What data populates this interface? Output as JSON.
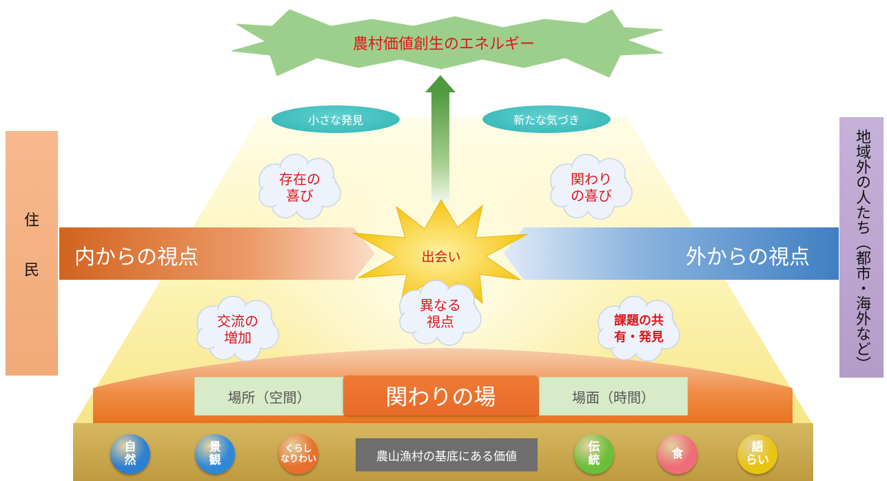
{
  "top_banner": {
    "label": "農村価値創生のエネルギー"
  },
  "top_ovals": [
    {
      "label": "小さな発見"
    },
    {
      "label": "新たな気づき"
    }
  ],
  "residents_panel": {
    "chars": [
      "住",
      "民"
    ]
  },
  "outsiders_panel": {
    "label": "地域外の人たち（都市・海外など）"
  },
  "inner_arrow": {
    "label": "内からの視点"
  },
  "outer_arrow": {
    "label": "外からの視点"
  },
  "center_burst": {
    "label": "出会い"
  },
  "clouds": {
    "existence_joy": {
      "line1": "存在の",
      "line2": "喜び"
    },
    "involvement_joy": {
      "line1": "関わり",
      "line2": "の喜び"
    },
    "different_view": {
      "line1": "異なる",
      "line2": "視点"
    },
    "exchange_increase": {
      "line1": "交流の",
      "line2": "増加"
    },
    "issue_sharing": {
      "line1": "課題の共",
      "line2": "有・発見"
    }
  },
  "field_band": {
    "left_label": "場所（空間）",
    "center_label": "関わりの場",
    "right_label": "場面（時間）"
  },
  "base": {
    "label": "農山漁村の基底にある価値",
    "values": [
      {
        "lines": [
          "自",
          "然"
        ],
        "color": "#2f7fd0"
      },
      {
        "lines": [
          "景",
          "観"
        ],
        "color": "#2f88d8"
      },
      {
        "lines": [
          "くらし",
          "なりわい"
        ],
        "color": "#e8702c"
      },
      {
        "lines": [
          "伝",
          "統"
        ],
        "color": "#6cbf3a"
      },
      {
        "lines": [
          "食"
        ],
        "color": "#ee6d78"
      },
      {
        "lines": [
          "語",
          "らい"
        ],
        "color": "#e9c412"
      }
    ]
  },
  "colors": {
    "inner_arrow": "#d3692b",
    "outer_arrow": "#4e89c6",
    "accent_text": "#e0151b",
    "burst": "#f6c918",
    "base_band": "#c9a74e"
  }
}
